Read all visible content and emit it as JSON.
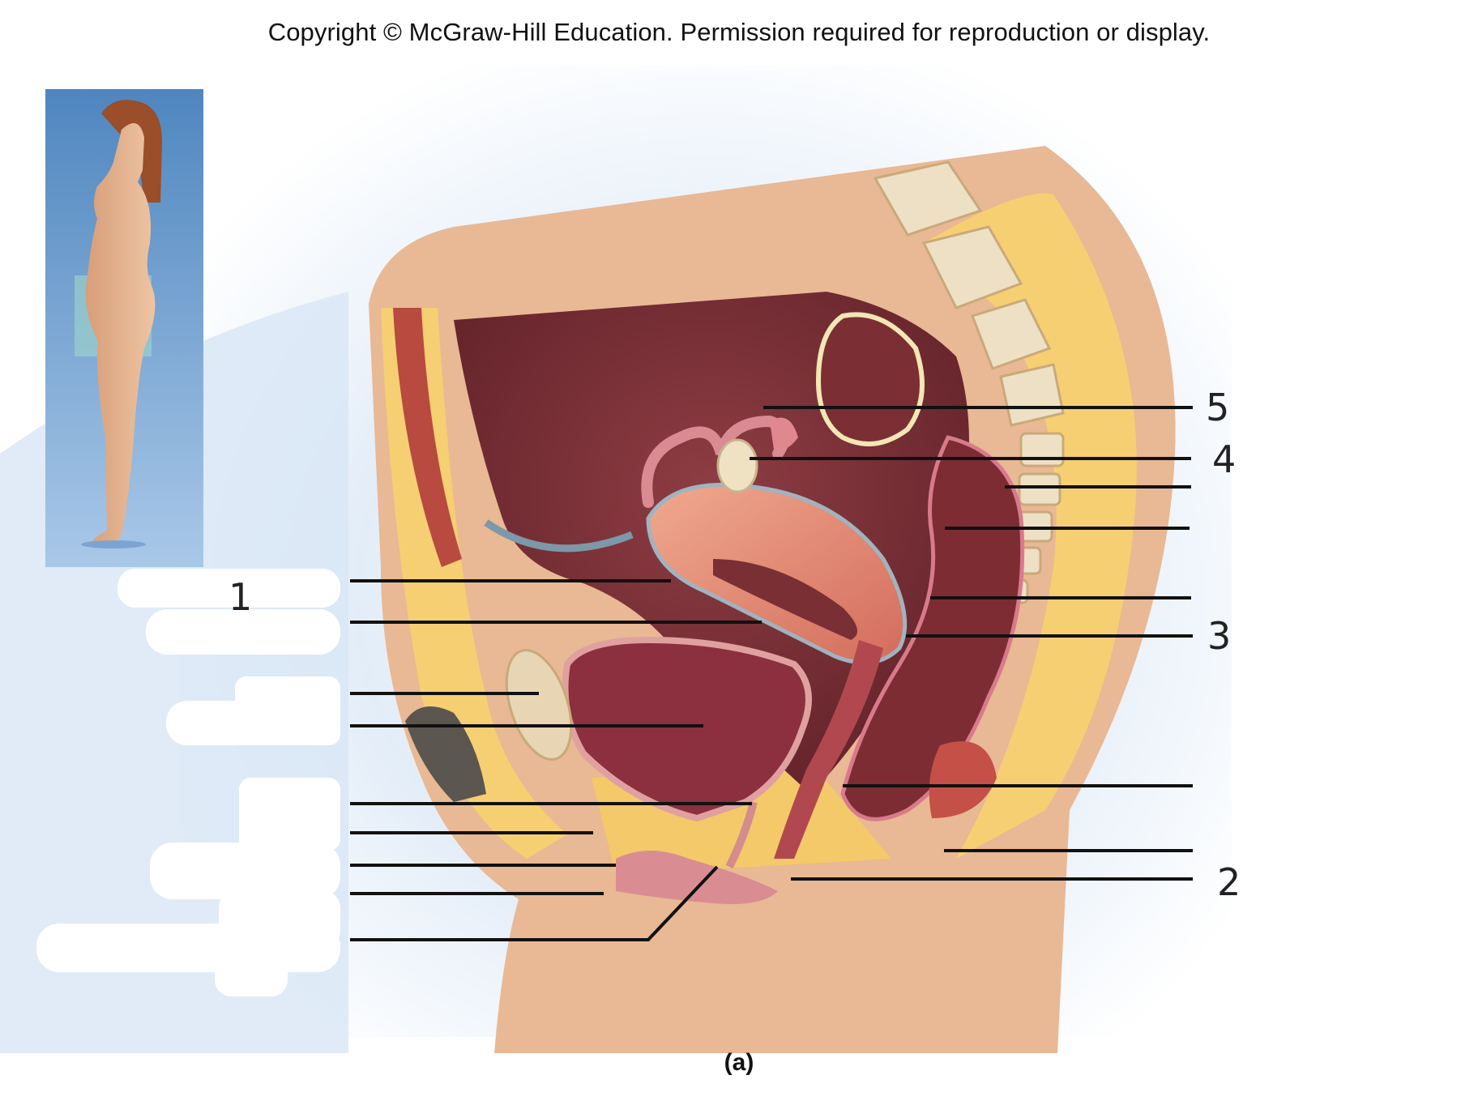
{
  "header": {
    "copyright": "Copyright © McGraw-Hill Education. Permission required for reproduction or display."
  },
  "figure": {
    "caption": "(a)"
  },
  "labels": {
    "left_1": "1",
    "right_5": "5",
    "right_4": "4",
    "right_3": "3",
    "right_2": "2"
  },
  "colors": {
    "background_blue": "#cfe0f2",
    "skin": "#e7b894",
    "fat": "#f7d37a",
    "muscle": "#c6534a",
    "cavity": "#7a2f35",
    "bone": "#ebdcc0",
    "redacted": "#ffffff"
  }
}
